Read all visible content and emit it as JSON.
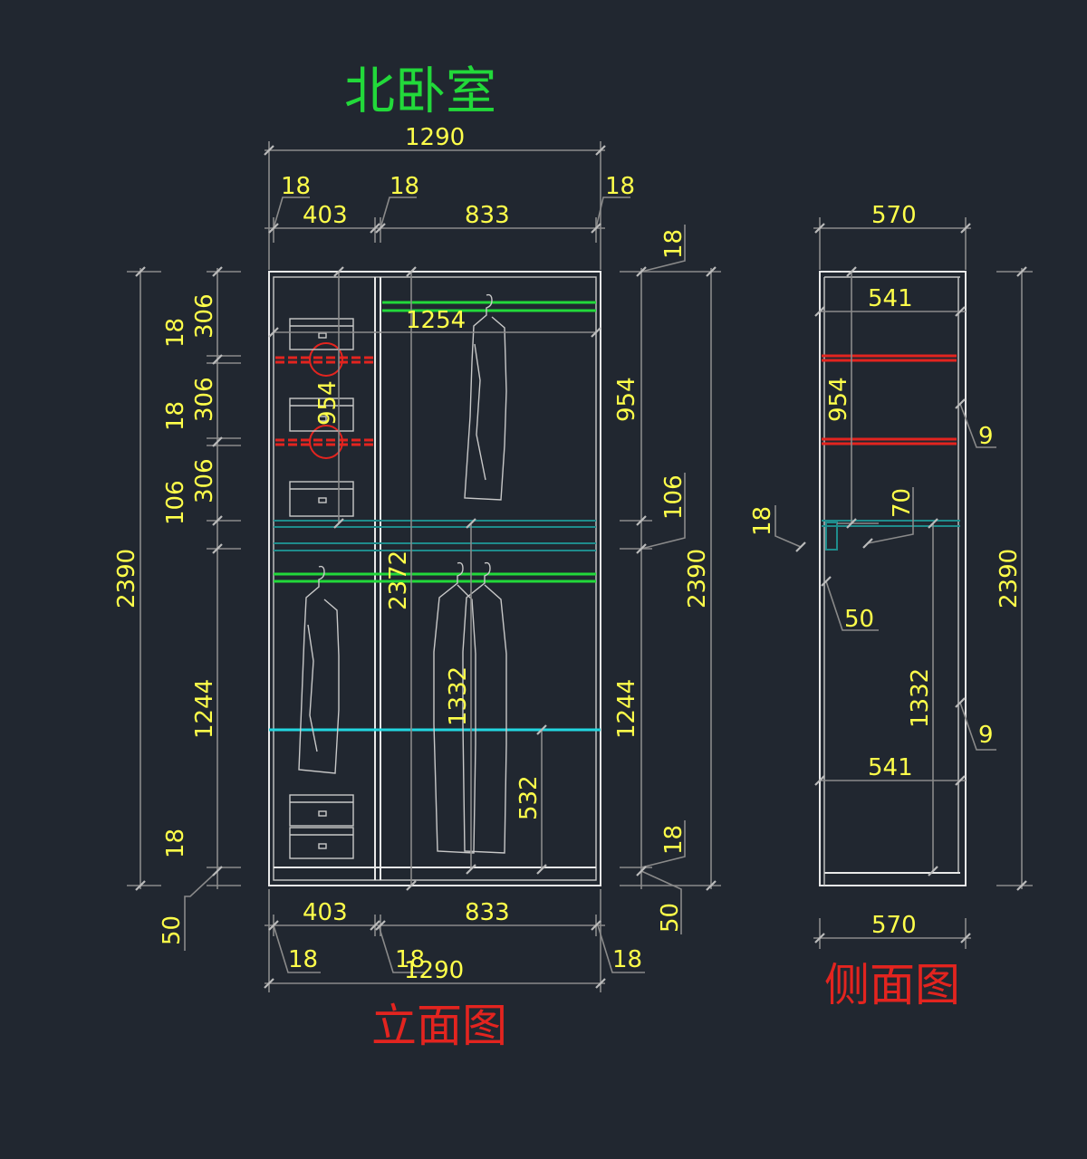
{
  "titles": {
    "room": "北卧室",
    "elevation": "立面图",
    "side": "侧面图"
  },
  "colors": {
    "background": "#212730",
    "dimension_text": "#ffff4a",
    "dimension_line": "#8a8a8a",
    "frame": "#e8e8e8",
    "rail_green": "#22d93a",
    "shelf_red": "#e3241f",
    "shelf_cyan": "#22d6e0",
    "shelf_teal": "#1f8c8c"
  },
  "elevation": {
    "top_total": "1290",
    "top_left_board": "18",
    "top_middle_board": "18",
    "top_right_board": "18",
    "top_left_width": "403",
    "top_right_width": "833",
    "right_top_board": "18",
    "left_total_height": "2390",
    "left_seg_1": "306",
    "left_seg_2": "306",
    "left_seg_3": "306",
    "left_board_1": "18",
    "left_board_2": "18",
    "left_gap": "106",
    "left_lower": "1244",
    "left_bottom_board": "18",
    "left_plinth": "50",
    "inner_1254": "1254",
    "inner_954": "954",
    "inner_2372": "2372",
    "inner_1332": "1332",
    "inner_532": "532",
    "right_954": "954",
    "right_106": "106",
    "right_2390": "2390",
    "right_1244": "1244",
    "right_bottom_board": "18",
    "right_plinth": "50",
    "bottom_left_width": "403",
    "bottom_right_width": "833",
    "bottom_left_board": "18",
    "bottom_middle_board": "18",
    "bottom_right_board": "18",
    "bottom_total": "1290"
  },
  "side": {
    "top_depth": "570",
    "inner_depth_top": "541",
    "height_954": "954",
    "gap_9_top": "9",
    "board_18": "18",
    "drop_70": "70",
    "offset_50": "50",
    "total_height": "2390",
    "height_1332": "1332",
    "gap_9_bottom": "9",
    "inner_depth_bottom": "541",
    "bottom_depth": "570"
  }
}
